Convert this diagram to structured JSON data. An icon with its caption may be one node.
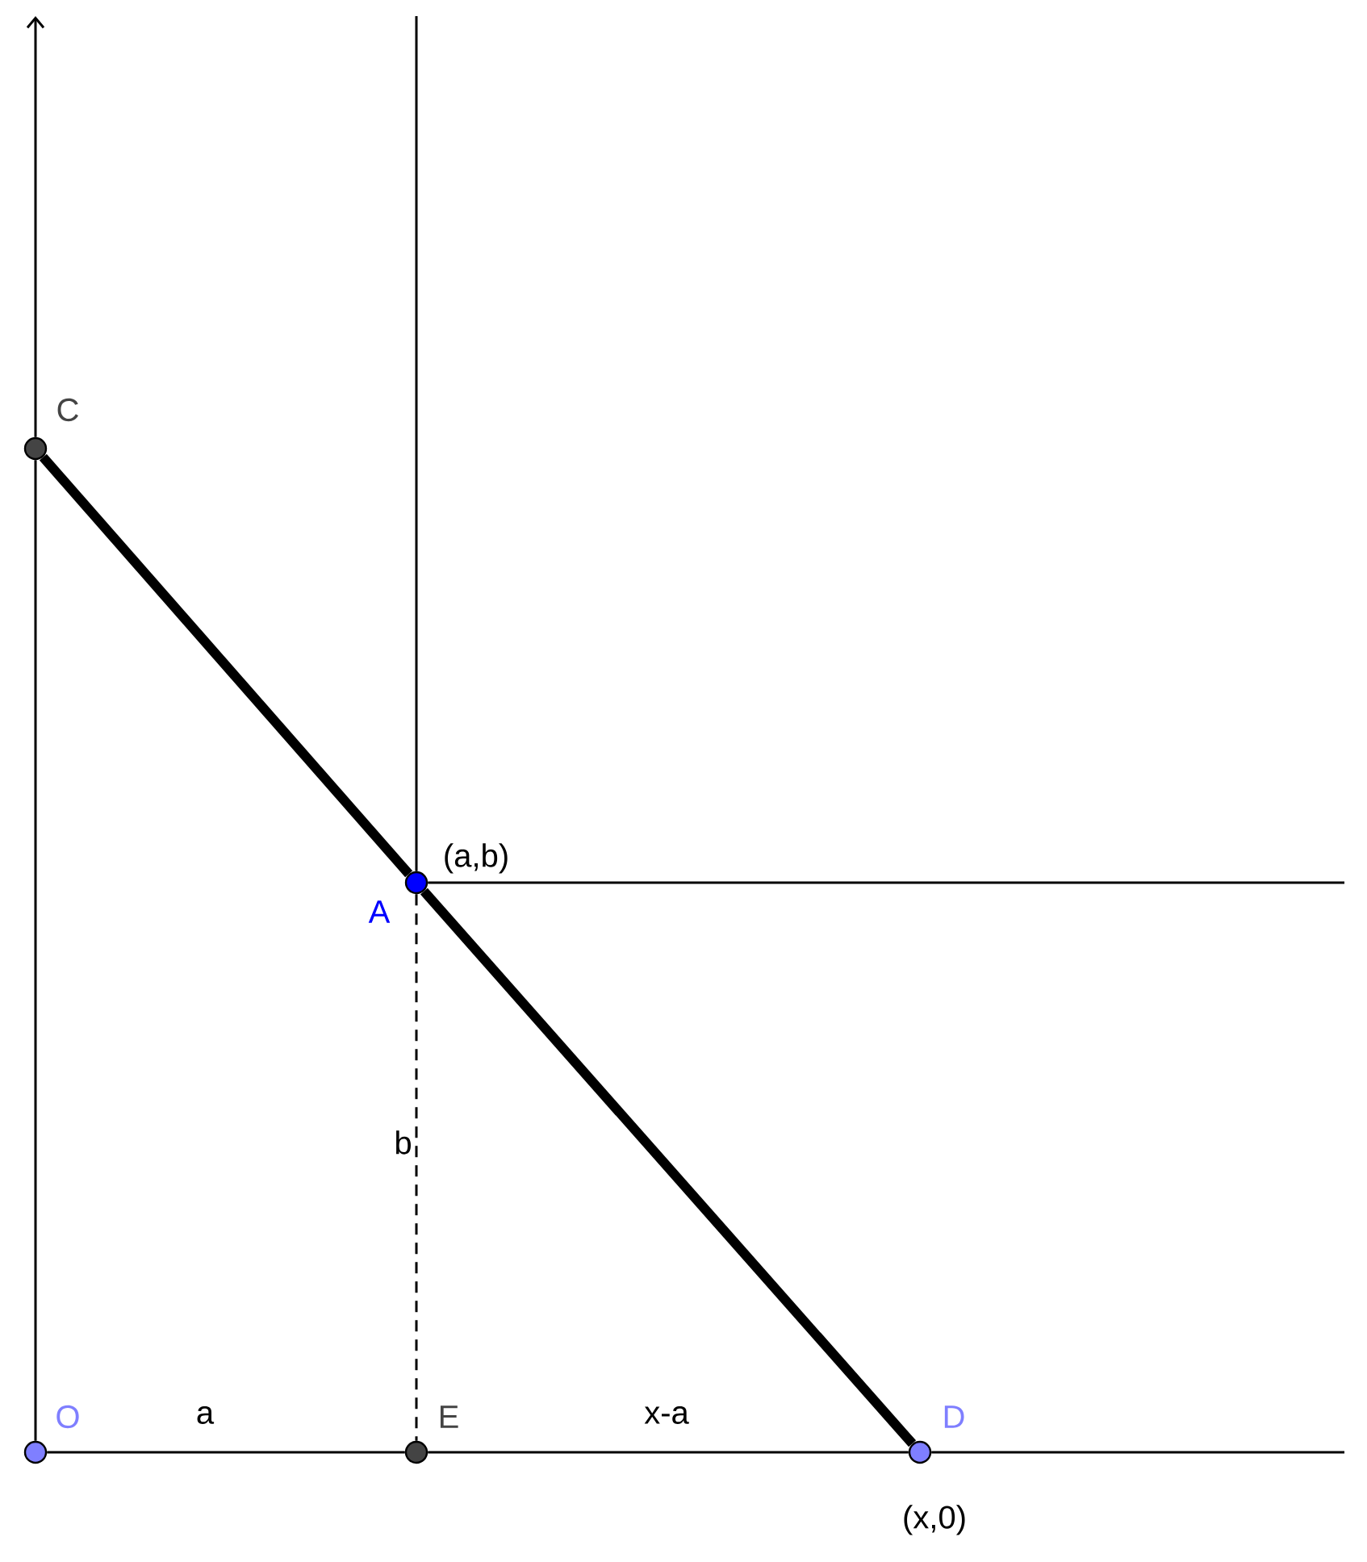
{
  "diagram": {
    "nodes": [
      {
        "text": [
          "O"
        ]
      },
      {
        "text": [
          "C"
        ]
      },
      {
        "text": [
          "A"
        ],
        "beside": [
          "(a,b)"
        ]
      },
      {
        "text": [
          "E"
        ]
      },
      {
        "text": [
          "D"
        ],
        "beside": [
          "(x,0)"
        ]
      }
    ],
    "edges": [
      {
        "from": 0,
        "to": 1,
        "arrow": "none"
      },
      {
        "from": 1,
        "to": null,
        "arrow": "to"
      },
      {
        "from": 1,
        "to": 2,
        "arrow": "none",
        "style": "thick"
      },
      {
        "from": 2,
        "to": 4,
        "arrow": "none",
        "style": "thick"
      },
      {
        "from": 2,
        "to": 3,
        "arrow": "none",
        "style": "dashed",
        "label": "b"
      },
      {
        "from": 0,
        "to": 3,
        "arrow": "none",
        "label": "a"
      },
      {
        "from": 3,
        "to": 4,
        "arrow": "none",
        "label": "x-a"
      },
      {
        "from": 4,
        "to": null,
        "arrow": "none"
      },
      {
        "from": 2,
        "to": null,
        "arrow": "none"
      },
      {
        "from": 2,
        "to": null,
        "arrow": "none"
      }
    ]
  }
}
